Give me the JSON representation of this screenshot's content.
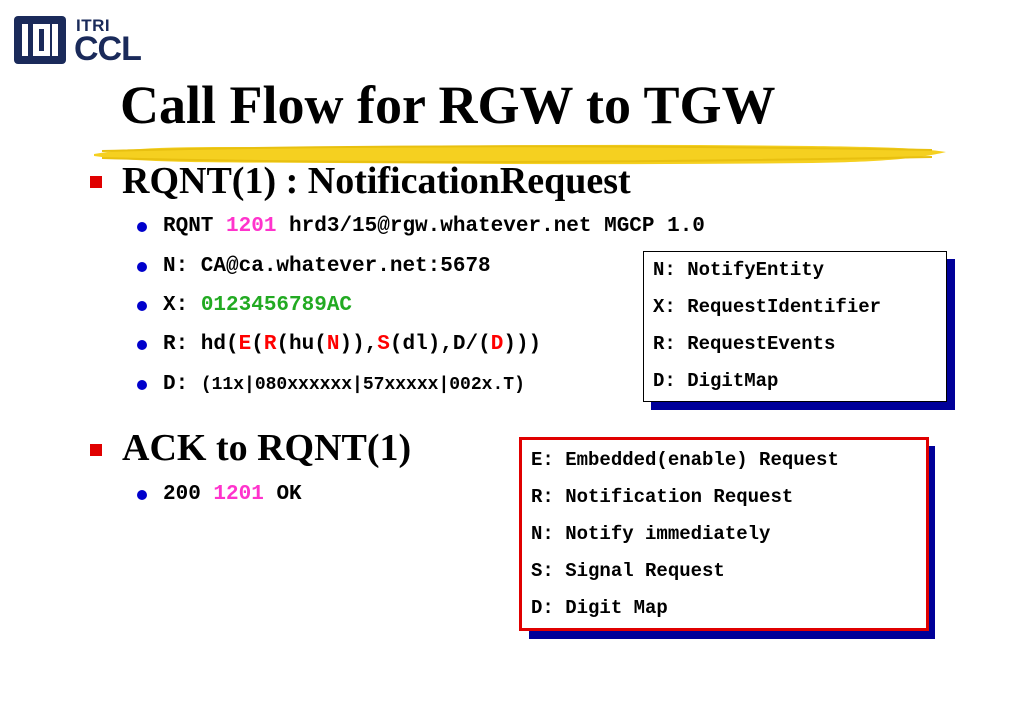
{
  "logo": {
    "top_text": "ITRI",
    "bottom_text": "CCL"
  },
  "title": "Call Flow for RGW to TGW",
  "section1": {
    "heading": "RQNT(1) : NotificationRequest",
    "lines": {
      "l1": {
        "a": "RQNT ",
        "b": "1201",
        "c": " hrd3/15@rgw.whatever.net MGCP 1.0"
      },
      "l2": {
        "a": "N: CA@ca.whatever.net:5678"
      },
      "l3": {
        "a": "X: ",
        "b": "0123456789AC"
      },
      "l4": {
        "a": "R: hd(",
        "b": "E",
        "c": "(",
        "d": "R",
        "e": "(hu(",
        "f": "N",
        "g": ")),",
        "h": "S",
        "i": "(dl),D/(",
        "j": "D",
        "k": ")))"
      },
      "l5": {
        "a": "D: ",
        "b": "(11x|080xxxxxx|57xxxxx|002x.T)"
      }
    }
  },
  "section2": {
    "heading": "ACK to RQNT(1)",
    "line": {
      "a": "200 ",
      "b": "1201",
      "c": " OK"
    }
  },
  "box1": [
    "N: NotifyEntity",
    "X: RequestIdentifier",
    "R: RequestEvents",
    "D: DigitMap"
  ],
  "box2": [
    "E: Embedded(enable) Request",
    "R: Notification Request",
    "N: Notify immediately",
    "S: Signal Request",
    "D: Digit Map"
  ],
  "colors": {
    "accent_bullet": "#e00000",
    "sub_bullet": "#0000cc",
    "magenta": "#ff33cc",
    "green": "#22aa22",
    "red": "#ff0000",
    "shadow": "#000099",
    "box2_border": "#e00000",
    "highlight": "#f5d020"
  }
}
